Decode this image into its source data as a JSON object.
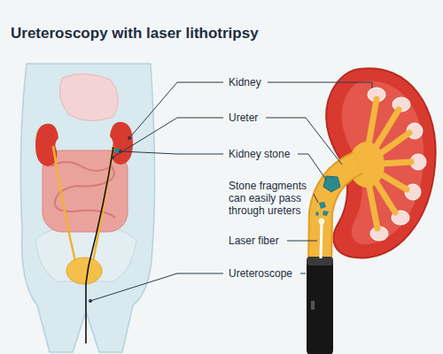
{
  "diagram": {
    "title": "Ureteroscopy with laser lithotripsy",
    "labels": [
      "Kidney",
      "Ureter",
      "Kidney stone",
      "Stone fragments can easily pass through ureters",
      "Laser fiber",
      "Ureteroscope"
    ]
  }
}
